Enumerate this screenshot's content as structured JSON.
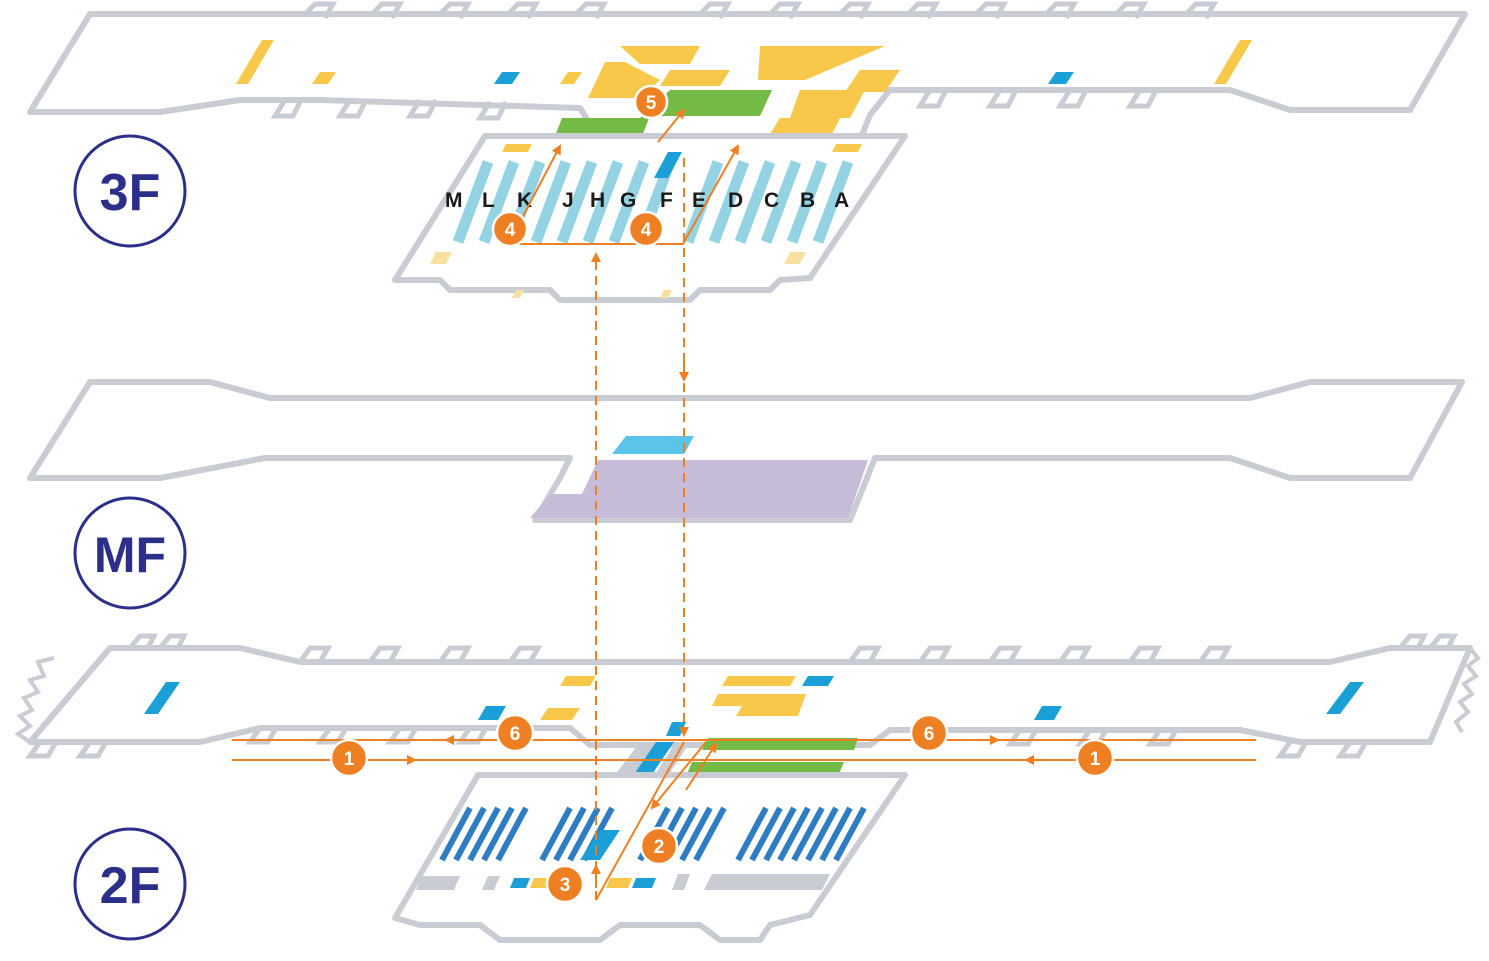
{
  "floors": {
    "f3": {
      "label": "3F"
    },
    "mf": {
      "label": "MF"
    },
    "f2": {
      "label": "2F"
    }
  },
  "counters": [
    "M",
    "L",
    "K",
    "J",
    "H",
    "G",
    "F",
    "E",
    "D",
    "C",
    "B",
    "A"
  ],
  "steps": {
    "s1a": "1",
    "s1b": "1",
    "s2": "2",
    "s3": "3",
    "s4a": "4",
    "s4b": "4",
    "s5": "5",
    "s6a": "6",
    "s6b": "6"
  },
  "colors": {
    "floor_outline": "#c9ccd3",
    "floor_fill": "#ffffff",
    "gate_blue": "#1a9fd6",
    "counter_light_blue": "#93d3e3",
    "counter_dark_blue": "#2e7cc2",
    "shop_yellow": "#f8c84a",
    "lounge_green": "#74bb45",
    "mezzanine_purple": "#c6bcd8",
    "route_orange": "#ee7f22",
    "label_navy": "#2b2f8a"
  }
}
